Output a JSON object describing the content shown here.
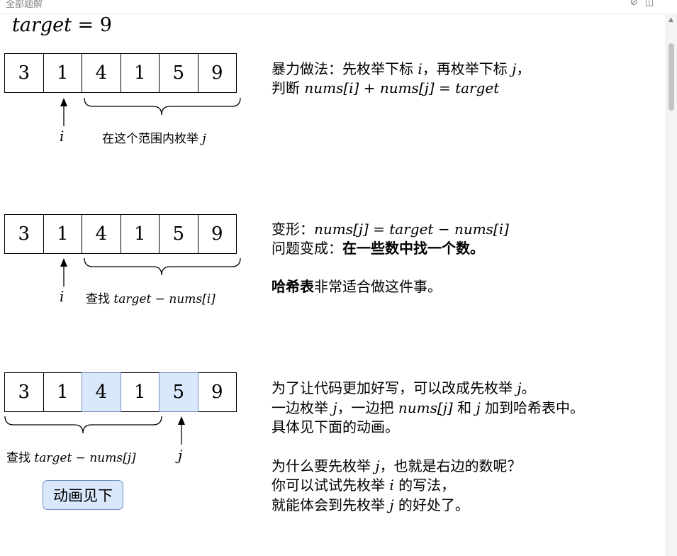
{
  "header": {
    "title": "全部题解",
    "icons": [
      "link-icon",
      "split-view-icon"
    ]
  },
  "target_label": {
    "var": "target",
    "eq": " = ",
    "val": "9"
  },
  "arrays": [
    {
      "cells": [
        "3",
        "1",
        "4",
        "1",
        "5",
        "9"
      ],
      "highlight": []
    },
    {
      "cells": [
        "3",
        "1",
        "4",
        "1",
        "5",
        "9"
      ],
      "highlight": []
    },
    {
      "cells": [
        "3",
        "1",
        "4",
        "1",
        "5",
        "9"
      ],
      "highlight": [
        2,
        4
      ]
    }
  ],
  "section1": {
    "pointer": "i",
    "brace_label": "在这个范围内枚举 ",
    "brace_var": "j",
    "line1": {
      "a": "暴力做法：先枚举下标 ",
      "b": "i",
      "c": "，再枚举下标 ",
      "d": "j",
      "e": "，"
    },
    "line2": {
      "a": "判断 ",
      "b": "nums[i] + nums[j] = target"
    }
  },
  "section2": {
    "pointer": "i",
    "brace_label": "查找 ",
    "brace_expr": "target − nums[i]",
    "line1": {
      "a": "变形：",
      "b": "nums[j] = target − nums[i]"
    },
    "line2": {
      "a": "问题变成：",
      "b": "在一些数中找一个数。"
    },
    "line3": {
      "a": "哈希表",
      "b": "非常适合做这件事。"
    }
  },
  "section3": {
    "pointer": "j",
    "brace_label": "查找 ",
    "brace_expr": "target − nums[j]",
    "button": "动画见下",
    "line1": {
      "a": "为了让代码更加好写，可以改成先枚举 ",
      "b": "j",
      "c": "。"
    },
    "line2": {
      "a": "一边枚举 ",
      "b": "j",
      "c": "，一边把 ",
      "d": "nums[j]",
      "e": " 和 ",
      "f": "j",
      "g": " 加到哈希表中。"
    },
    "line3": "具体见下面的动画。",
    "line4": {
      "a": "为什么要先枚举 ",
      "b": "j",
      "c": "，也就是右边的数呢？"
    },
    "line5": {
      "a": "你可以试试先枚举 ",
      "b": "i",
      "c": " 的写法，"
    },
    "line6": {
      "a": "就能体会到先枚举 ",
      "b": "j",
      "c": " 的好处了。"
    }
  }
}
